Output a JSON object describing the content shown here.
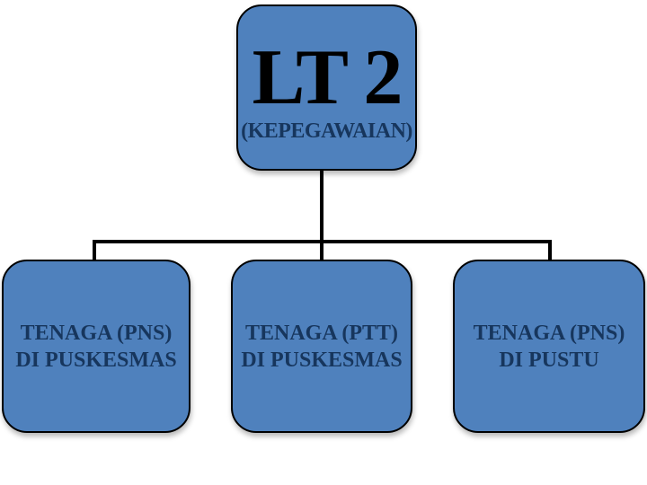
{
  "diagram": {
    "type": "org-chart-hierarchy",
    "colors": {
      "background": "#FFFFFF",
      "node_fill": "#4F81BD",
      "node_border": "#000000",
      "connector": "#000000",
      "root_title_color": "#000000",
      "label_color": "#17365D"
    },
    "root": {
      "title": "LT 2",
      "subtitle": "(KEPEGAWAIAN)"
    },
    "children": [
      {
        "line1": "TENAGA (PNS)",
        "line2": "DI PUSKESMAS"
      },
      {
        "line1": "TENAGA (PTT)",
        "line2": "DI PUSKESMAS"
      },
      {
        "line1": "TENAGA (PNS)",
        "line2": "DI PUSTU"
      }
    ]
  }
}
